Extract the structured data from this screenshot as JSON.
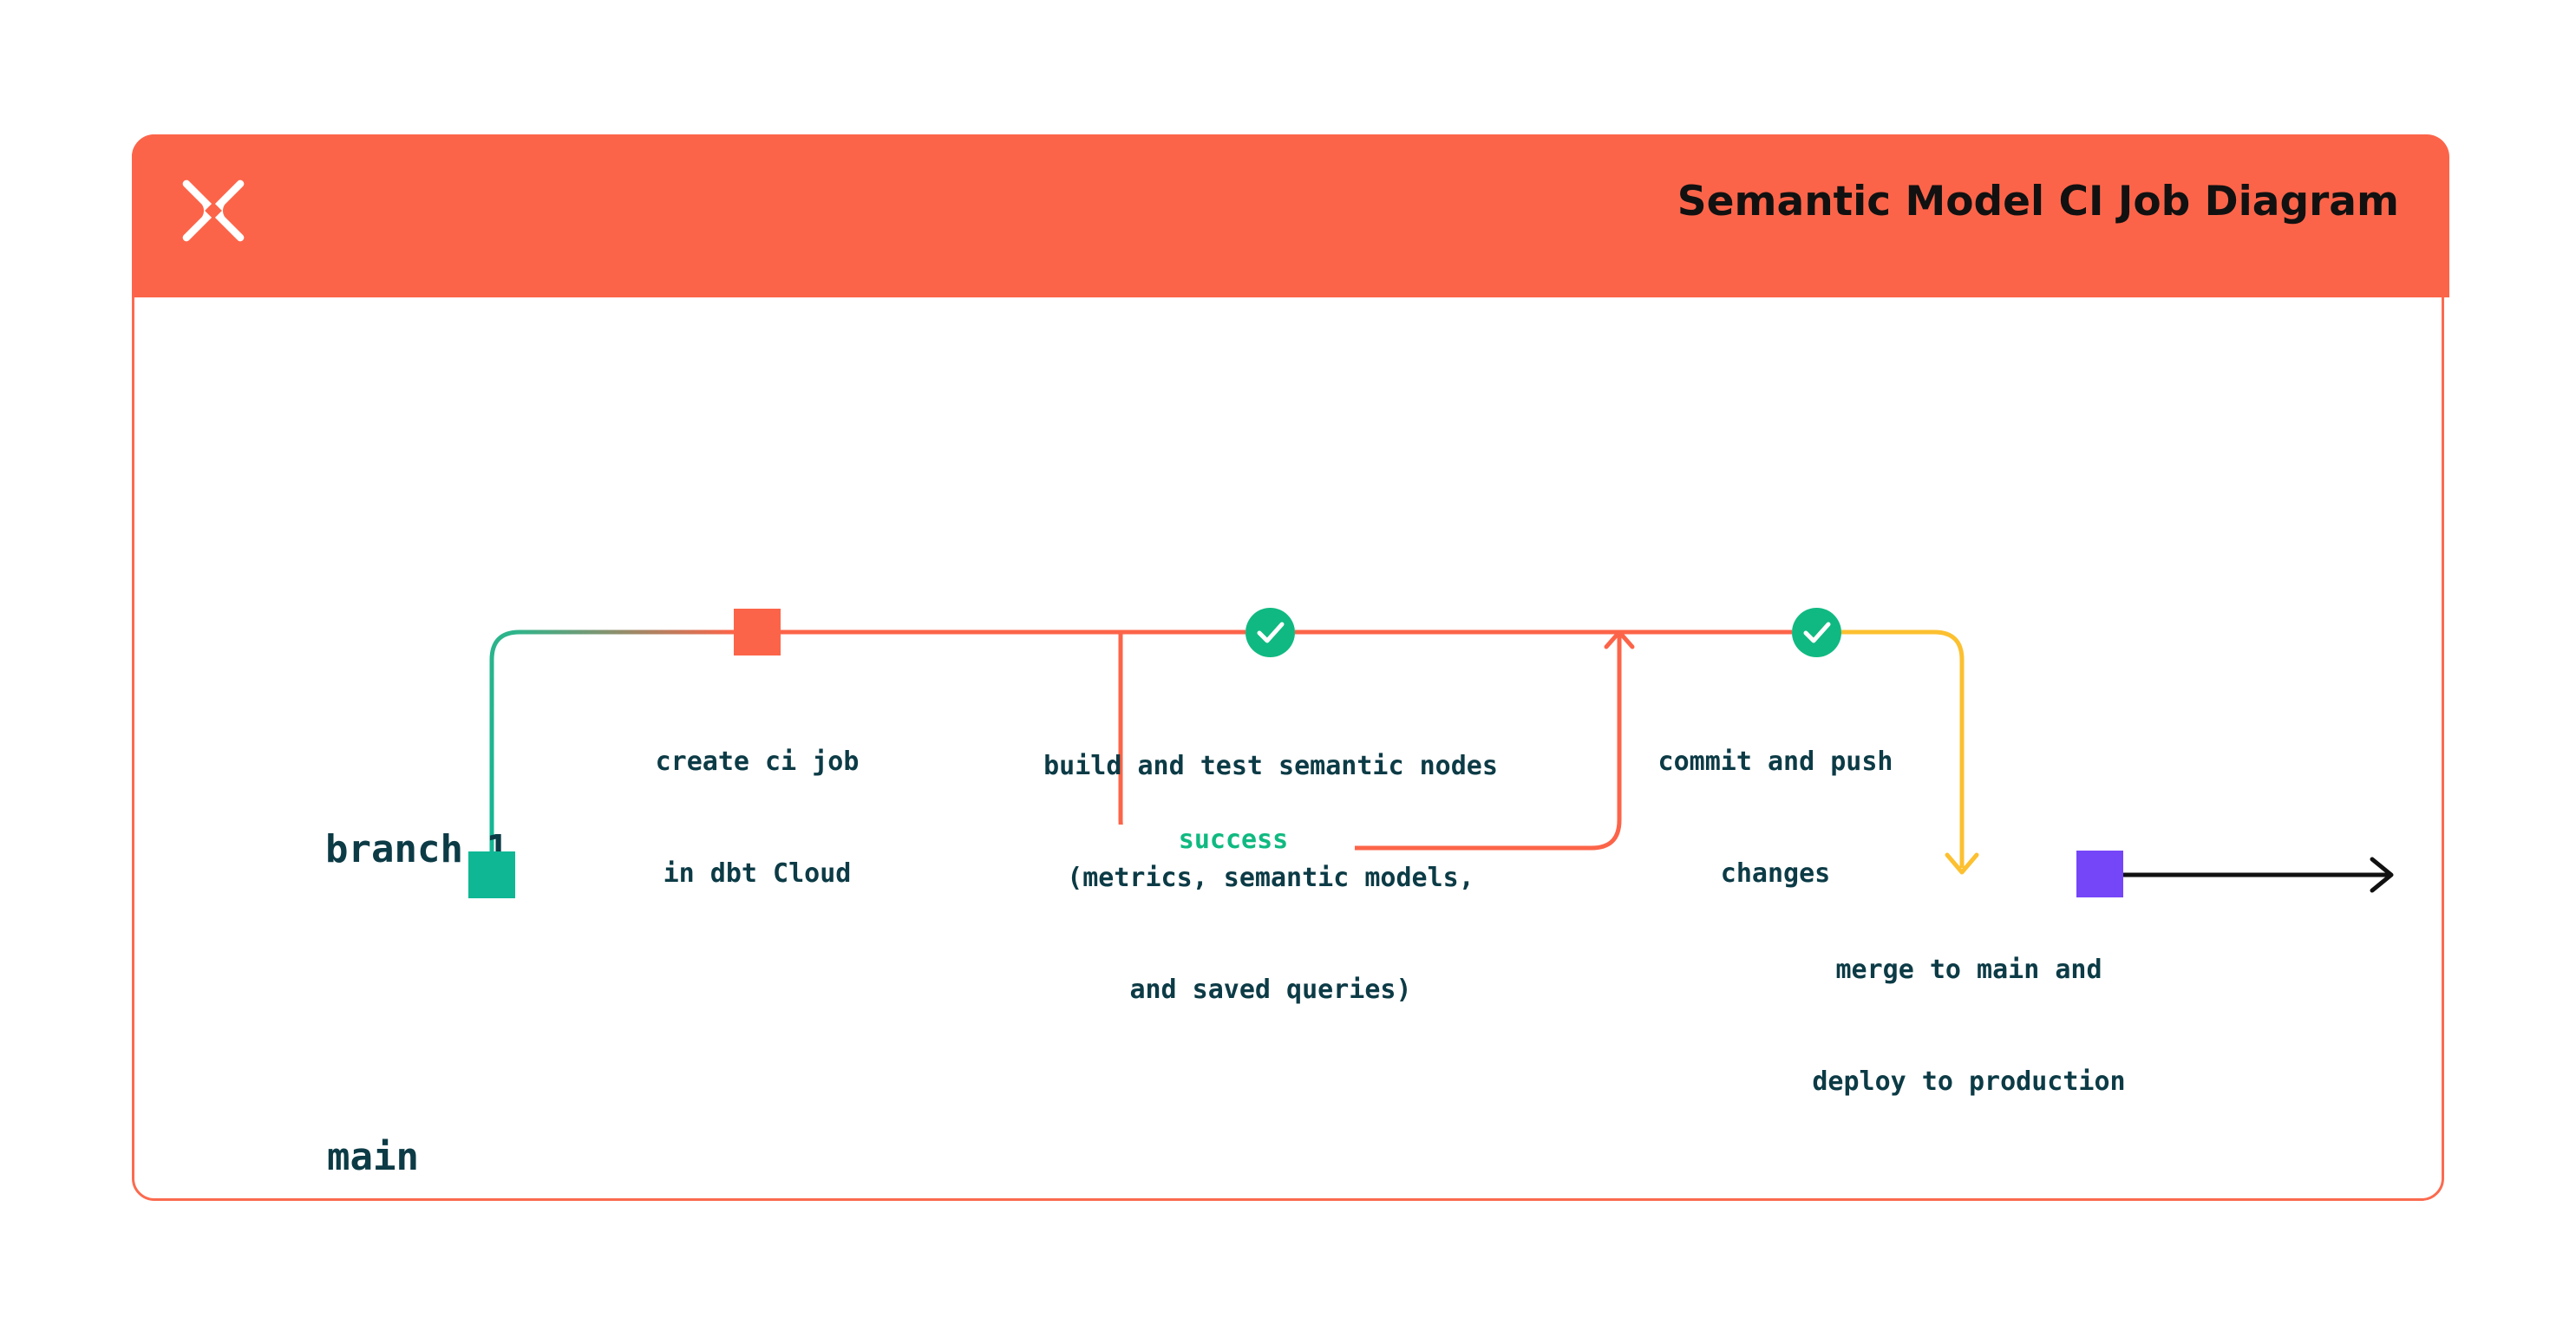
{
  "header": {
    "title": "Semantic Model CI Job Diagram",
    "logo_icon": "dbt-logo-icon",
    "background_color": "#FC6449",
    "title_color": "#111111"
  },
  "card": {
    "border_color": "#FB6A4F"
  },
  "branches": [
    {
      "name": "branch 1",
      "row": "top",
      "line_color": "#FC6449"
    },
    {
      "name": "main",
      "row": "bottom",
      "line_color": "#0FB795"
    }
  ],
  "nodes": [
    {
      "id": "main-root",
      "shape": "square",
      "color": "#0FB795",
      "branch": "main",
      "label": ""
    },
    {
      "id": "create-ci-job",
      "shape": "square",
      "color": "#FC6449",
      "branch": "branch 1",
      "label_lines": [
        "create ci job",
        "in dbt Cloud"
      ]
    },
    {
      "id": "build-and-test",
      "shape": "check-circle",
      "color": "#10B981",
      "icon": "check-icon",
      "branch": "branch 1",
      "label_lines": [
        "build and test semantic nodes",
        "(metrics, semantic models,",
        "and saved queries)"
      ]
    },
    {
      "id": "commit-and-push",
      "shape": "check-circle",
      "color": "#10B981",
      "icon": "check-icon",
      "branch": "branch 1",
      "label_lines": [
        "commit and push",
        "changes"
      ]
    },
    {
      "id": "merge-to-main",
      "shape": "square",
      "color": "#7546F8",
      "branch": "main",
      "label_lines": [
        "merge to main and",
        "deploy to production"
      ]
    }
  ],
  "edges": [
    {
      "id": "branch-off",
      "from": "main-root",
      "to": "create-ci-job",
      "color_start": "#0FB795",
      "color_end": "#FC6449",
      "style": "rounded-corner"
    },
    {
      "id": "retry-loop",
      "label": "success",
      "label_color": "#10B981",
      "color": "#FC6449",
      "style": "loop-with-arrow",
      "arrow": "up"
    },
    {
      "id": "merge-down",
      "from": "commit-and-push",
      "to": "merge-to-main",
      "color": "#FCC030",
      "style": "rounded-corner",
      "arrow": "down"
    },
    {
      "id": "production-continue",
      "from": "merge-to-main",
      "color": "#111111",
      "style": "straight",
      "arrow": "right"
    }
  ],
  "labels": {
    "success": "success",
    "create_line1": "create ci job",
    "create_line2": "in dbt Cloud",
    "build_line1": "build and test semantic nodes",
    "build_line2": "(metrics, semantic models,",
    "build_line3": "and saved queries)",
    "commit_line1": "commit and push",
    "commit_line2": "changes",
    "merge_line1": "merge to main and",
    "merge_line2": "deploy to production"
  }
}
